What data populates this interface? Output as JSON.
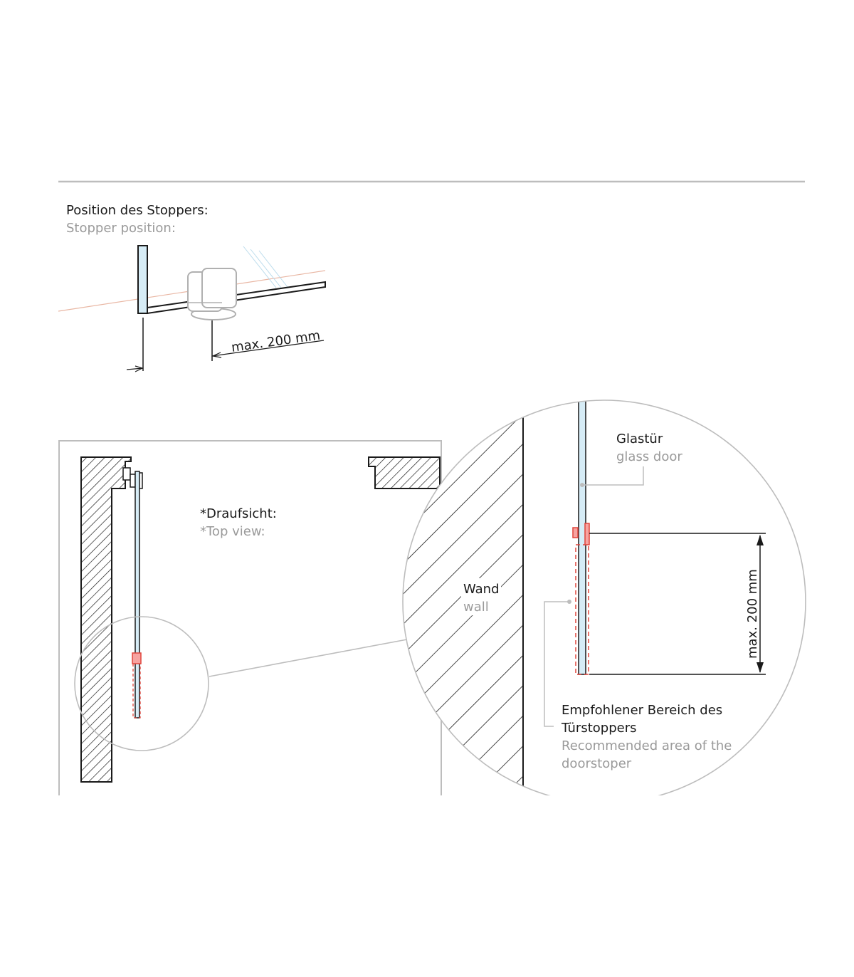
{
  "header": {
    "title_de": "Position des Stoppers:",
    "title_en": "Stopper position:"
  },
  "perspective": {
    "dimension_label": "max. 200 mm"
  },
  "top_view": {
    "label_de": "*Draufsicht:",
    "label_en": "*Top view:"
  },
  "detail": {
    "glass_de": "Glastür",
    "glass_en": "glass door",
    "wall_de": "Wand",
    "wall_en": "wall",
    "dimension_label": "max.  200  mm",
    "area_de_line1": "Empfohlener Bereich des",
    "area_de_line2": "Türstoppers",
    "area_en_line1": "Recommended area of the",
    "area_en_line2": "doorstoper"
  },
  "colors": {
    "glass_fill": "#d6ecf6",
    "stopper_red": "#e0453c",
    "gray_line": "#bdbdbd",
    "floor_line": "#e9b7a4",
    "label_gray": "#9a9a9a"
  }
}
